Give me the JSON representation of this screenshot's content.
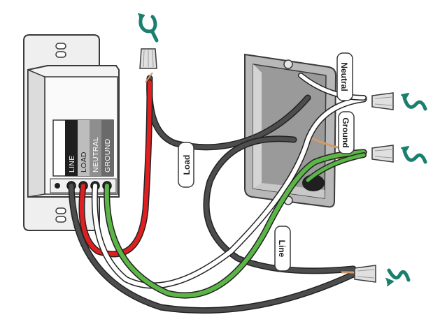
{
  "switch": {
    "terminals": [
      {
        "label": "LINE",
        "wire_color": "#4a4a4a"
      },
      {
        "label": "LOAD",
        "wire_color": "#e02020"
      },
      {
        "label": "NEUTRAL",
        "wire_color": "#ffffff"
      },
      {
        "label": "GROUND",
        "wire_color": "#5cb547"
      }
    ]
  },
  "tags": {
    "load": "Load",
    "line": "Line",
    "neutral": "Neutral",
    "ground": "Ground"
  },
  "colors": {
    "outline": "#3a3a3a",
    "black_wire": "#4d4d4d",
    "red_wire": "#e02020",
    "white_wire": "#ffffff",
    "green_wire": "#5cb547",
    "twist_arrow": "#1a7f6d",
    "box": "#c9c9c9",
    "plate": "#e8e8e8"
  },
  "icons": [
    "twist-arrow-icon",
    "wire-nut-icon"
  ]
}
